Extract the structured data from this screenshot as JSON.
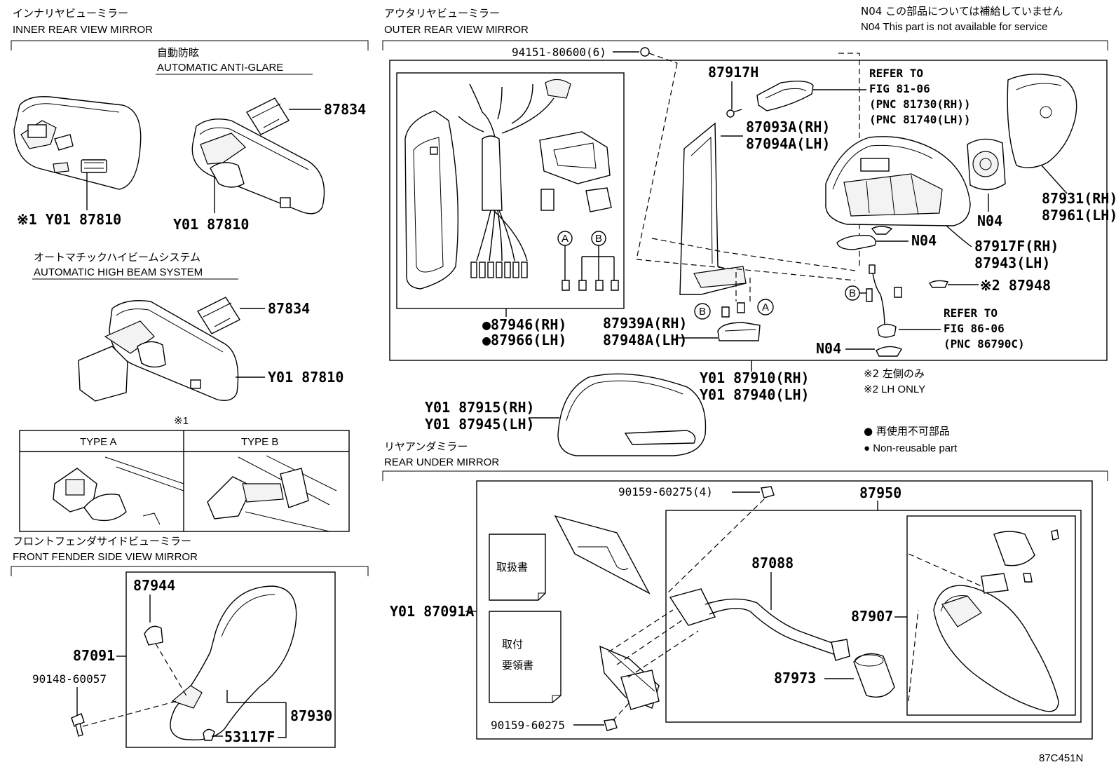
{
  "sections": {
    "inner": {
      "jp": "インナリヤビューミラー",
      "en": "INNER REAR VIEW MIRROR"
    },
    "outer": {
      "jp": "アウタリヤビューミラー",
      "en": "OUTER REAR VIEW MIRROR"
    },
    "anti_glare": {
      "jp": "自動防眩",
      "en": "AUTOMATIC ANTI-GLARE"
    },
    "high_beam": {
      "jp": "オートマチックハイビームシステム",
      "en": "AUTOMATIC HIGH BEAM SYSTEM"
    },
    "fender": {
      "jp": "フロントフェンダサイドビューミラー",
      "en": "FRONT FENDER SIDE VIEW MIRROR"
    },
    "under": {
      "jp": "リヤアンダミラー",
      "en": "REAR UNDER MIRROR"
    }
  },
  "notes": {
    "n04_jp": "N04 この部品については補給していません",
    "n04_en": "N04 This part is not available for service",
    "lh_only_jp": "※2 左側のみ",
    "lh_only_en": "※2 LH ONLY",
    "nonreuse_jp": "● 再使用不可部品",
    "nonreuse_en": "● Non-reusable part",
    "ref1_a": "REFER TO",
    "ref1_b": "FIG 81-06",
    "ref1_c": "(PNC 81730(RH))",
    "ref1_d": "(PNC 81740(LH))",
    "ref2_a": "REFER TO",
    "ref2_b": "FIG 86-06",
    "ref2_c": "(PNC 86790C)"
  },
  "types": {
    "mark": "※1",
    "a": "TYPE A",
    "b": "TYPE B"
  },
  "booklets": {
    "manual": "取扱書",
    "install_1": "取付",
    "install_2": "要領書"
  },
  "callouts": {
    "c87834a": "87834",
    "c87810a": "※1 Y01 87810",
    "c87810b": "Y01 87810",
    "c87834b": "87834",
    "c87810c": "Y01 87810",
    "c94151": "94151-80600(6)",
    "c87917h": "87917H",
    "c87093": "87093A(RH)",
    "c87094": "87094A(LH)",
    "c87931": "87931(RH)",
    "c87961": "87961(LH)",
    "cn04a": "N04",
    "cn04b": "N04",
    "c87917f": "87917F(RH)",
    "c87943": "87943(LH)",
    "c87948": "※2 87948",
    "c87946": "●87946(RH)",
    "c87966": "●87966(LH)",
    "c87939": "87939A(RH)",
    "c87948a": "87948A(LH)",
    "cn04c": "N04",
    "c87910": "Y01 87910(RH)",
    "c87940": "Y01 87940(LH)",
    "c87915": "Y01 87915(RH)",
    "c87945": "Y01 87945(LH)",
    "c87944": "87944",
    "c87091": "87091",
    "c90148": "90148-60057",
    "c87930": "87930",
    "c53117": "53117F",
    "c90159a": "90159-60275(4)",
    "c87950": "87950",
    "c87088": "87088",
    "c87907": "87907",
    "c87973": "87973",
    "c87091a": "Y01 87091A",
    "c90159b": "90159-60275",
    "circ_a": "A",
    "circ_b": "B"
  },
  "figure_id": "87C451N"
}
